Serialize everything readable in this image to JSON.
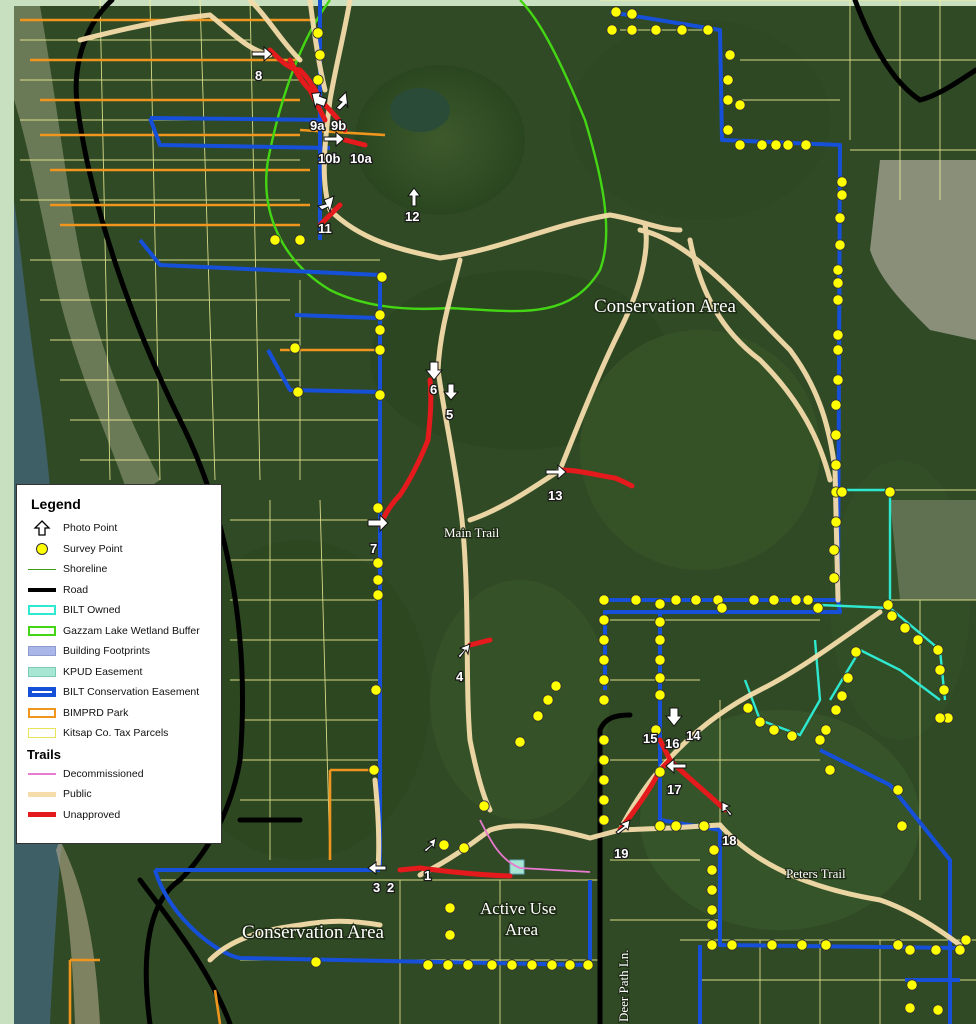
{
  "area_labels": [
    "Conservation Area",
    "Conservation Area",
    "Active Use",
    "Area"
  ],
  "trail_labels": [
    "Main Trail",
    "Peters Trail",
    "Deer Path Ln."
  ],
  "photo_labels": [
    "1",
    "2",
    "3",
    "4",
    "5",
    "6",
    "7",
    "8",
    "9a",
    "9b",
    "10a",
    "10b",
    "11",
    "12",
    "13",
    "14",
    "15",
    "16",
    "17",
    "18",
    "19"
  ],
  "legend": {
    "title": "Legend",
    "items": [
      {
        "label": "Photo Point",
        "icon": "arrow-icon"
      },
      {
        "label": "Survey Point",
        "color": "#ffff00"
      },
      {
        "label": "Shoreline",
        "color": "#3d9c1a"
      },
      {
        "label": "Road",
        "color": "#000000"
      },
      {
        "label": "BILT Owned",
        "color": "#2ee8d0"
      },
      {
        "label": "Gazzam Lake Wetland Buffer",
        "color": "#44d614"
      },
      {
        "label": "Building Footprints",
        "color": "#aab6e8"
      },
      {
        "label": "KPUD Easement",
        "color": "#a6e6d3"
      },
      {
        "label": "BILT Conservation Easement",
        "color": "#1650d8"
      },
      {
        "label": "BIMPRD Park",
        "color": "#f0961e"
      },
      {
        "label": "Kitsap Co. Tax Parcels",
        "color": "#f6f29a"
      }
    ],
    "trails_title": "Trails",
    "trails": [
      {
        "label": "Decommissioned",
        "color": "#e87ad0"
      },
      {
        "label": "Public",
        "color": "#f5dcaa"
      },
      {
        "label": "Unapproved",
        "color": "#e41a1c"
      }
    ]
  }
}
